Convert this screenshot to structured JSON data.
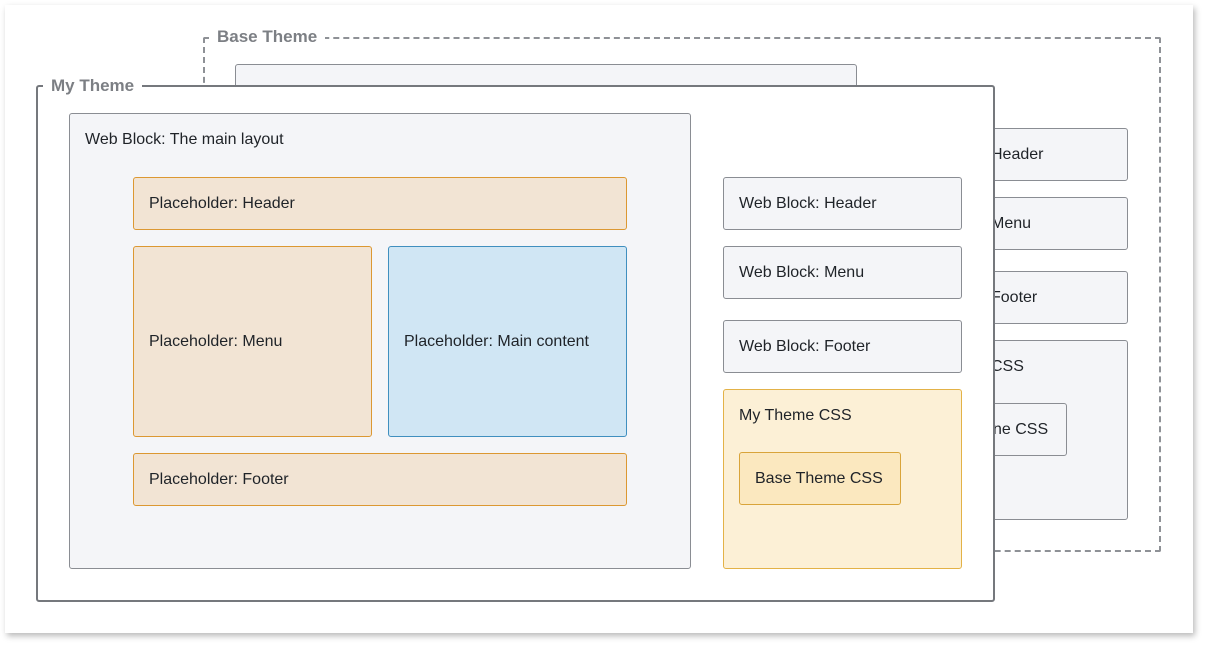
{
  "base_theme": {
    "title": "Base Theme",
    "header_fragment": "Header",
    "menu_fragment": "Menu",
    "footer_fragment": "Footer",
    "css_fragment": "CSS",
    "inner_css_fragment": "ne CSS"
  },
  "my_theme": {
    "title": "My Theme",
    "main_layout": {
      "label": "Web Block: The main layout",
      "placeholders": {
        "header": "Placeholder: Header",
        "menu": "Placeholder: Menu",
        "main_content": "Placeholder: Main content",
        "footer": "Placeholder: Footer"
      }
    },
    "web_blocks": {
      "header": "Web Block: Header",
      "menu": "Web Block: Menu",
      "footer": "Web Block: Footer"
    },
    "css": {
      "label": "My Theme CSS",
      "inner_label": "Base Theme CSS"
    }
  },
  "colors": {
    "web_block_fill": "#f4f5f8",
    "placeholder_fill": "#f2e4d4",
    "placeholder_border": "#dc9832",
    "main_content_fill": "#d0e6f4",
    "main_content_border": "#3f8fbf",
    "css_fill": "#fcf0d6",
    "css_border": "#e3b247"
  }
}
